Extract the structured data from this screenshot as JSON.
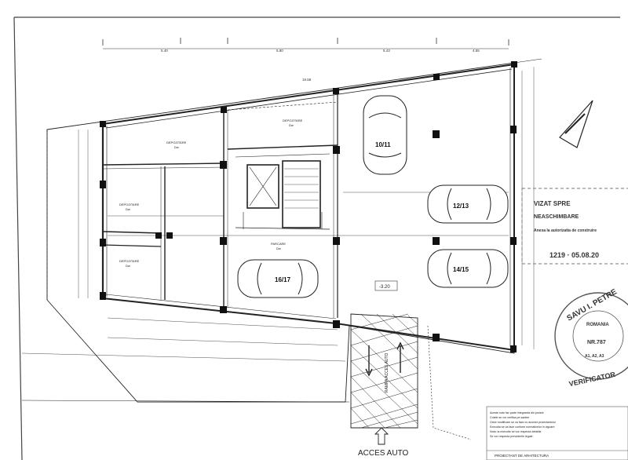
{
  "top_dims": [
    "5.40",
    "5.80",
    "5.43",
    "4.55"
  ],
  "overall_dim": "19.58",
  "rooms": [
    {
      "name": "DEPOZITARE",
      "area": "Dw"
    },
    {
      "name": "DEPOZITARE",
      "area": "Dw"
    },
    {
      "name": "DEPOZITARE",
      "area": "Dw"
    },
    {
      "name": "DEPOZITARE",
      "area": "Dw"
    },
    {
      "name": "PARCARE",
      "area": "Dw"
    }
  ],
  "car_spots": [
    "10/11",
    "12/13",
    "14/15",
    "16/17"
  ],
  "level": "-3.20",
  "ramp_label": "RAMPA ACCES AUTO",
  "entrance_label": "ACCES AUTO",
  "stamp_main_lines": [
    "VIZAT SPRE",
    "NEASCHIMBARE",
    "Anexa la autorizatia de construire"
  ],
  "stamp_date": "1219 · 05.08.20",
  "stamp_round": {
    "name": "SAVU I. PETRE",
    "country": "ROMANIA",
    "code": "NR.787",
    "role": "VERIFICATOR",
    "letters": "A1, A2, A3"
  },
  "title_block": "PROIECTANT DE ARHITECTURA",
  "notes": [
    "Aceste note fac parte integranta din proiect",
    "Cotele se vor verifica pe santier",
    "Orice modificare se va face cu acordul proiectantului",
    "Executia se va face conform normativelor in vigoare",
    "Nota: la executie se vor respecta detaliile",
    "Se vor respecta prevederile legale"
  ],
  "colors": {
    "line": "#222222",
    "stamp": "#777777"
  }
}
